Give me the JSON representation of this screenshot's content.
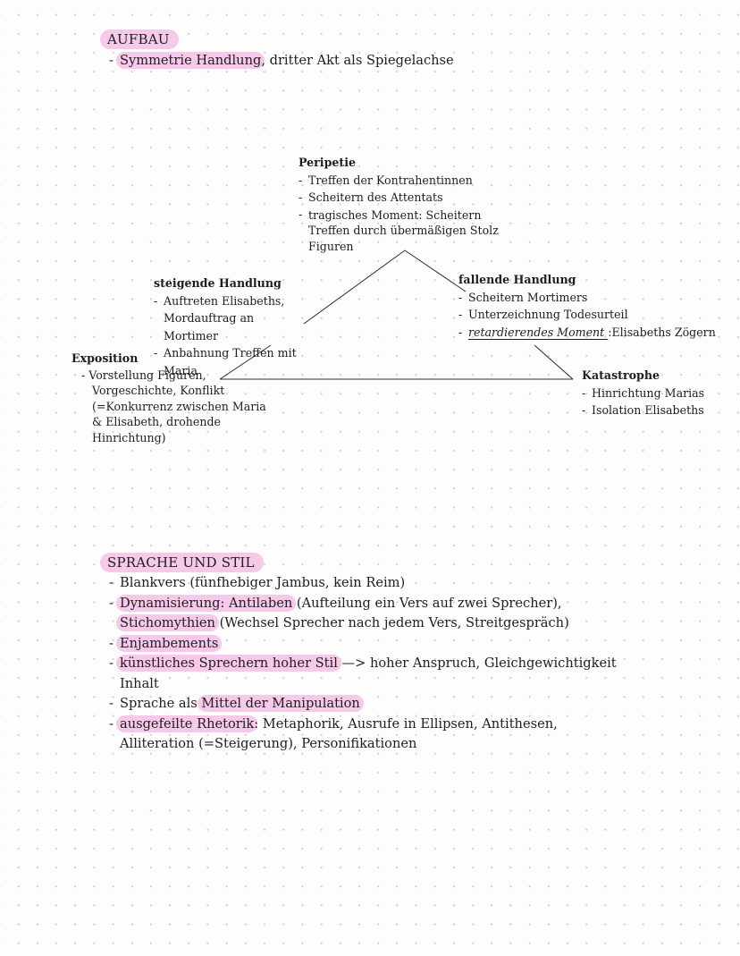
{
  "aufbau": {
    "heading": "AUFBAU",
    "items": [
      {
        "hl": "Symmetrie Handlung",
        "rest": ", dritter Akt als Spiegelachse"
      }
    ]
  },
  "diagram": {
    "peripetie": {
      "title": "Peripetie",
      "items": [
        "Treffen der Kontrahentinnen",
        "Scheitern des Attentats",
        "tragisches Moment: Scheitern Treffen durch übermäßigen Stolz Figuren"
      ]
    },
    "steigende": {
      "title": "steigende Handlung",
      "items": [
        "Auftreten Elisabeths, Mordauftrag an Mortimer",
        "Anbahnung Treffen mit Maria"
      ]
    },
    "fallende": {
      "title": "fallende Handlung",
      "items": [
        "Scheitern Mortimers",
        "Unterzeichnung Todesurteil"
      ],
      "retard_label": "retardierendes Moment ",
      "retard_rest": ":Elisabeths Zögern"
    },
    "exposition": {
      "title": "Exposition",
      "item": "Vorstellung Figuren, Vorgeschichte, Konflikt (=Konkurrenz zwischen Maria & Elisabeth, drohende Hinrichtung)"
    },
    "katastrophe": {
      "title": "Katastrophe",
      "items": [
        "Hinrichtung Marias",
        "Isolation Elisabeths"
      ]
    }
  },
  "sprache": {
    "heading": "SPRACHE UND STIL",
    "items": {
      "blankvers": "Blankvers (fünfhebiger Jambus, kein Reim)",
      "dyn_hl": "Dynamisierung: Antilaben",
      "dyn_mid": " (Aufteilung ein Vers auf zwei Sprecher), ",
      "dyn_hl2": "Stichomythien",
      "dyn_rest": " (Wechsel Sprecher nach jedem Vers, Streitgespräch)",
      "enjamb": "Enjambements",
      "kuenst_hl": "künstliches Sprechern hoher Stil",
      "kuenst_rest": " —> hoher Anspruch, Gleichgewichtigkeit Inhalt",
      "manip_pre": "Sprache als ",
      "manip_hl": "Mittel der Manipulation",
      "rhet_hl": "ausgefeilte Rhetorik",
      "rhet_rest": ": Metaphorik, Ausrufe in Ellipsen, Antithesen, Alliteration (=Steigerung), Personifikationen"
    }
  }
}
